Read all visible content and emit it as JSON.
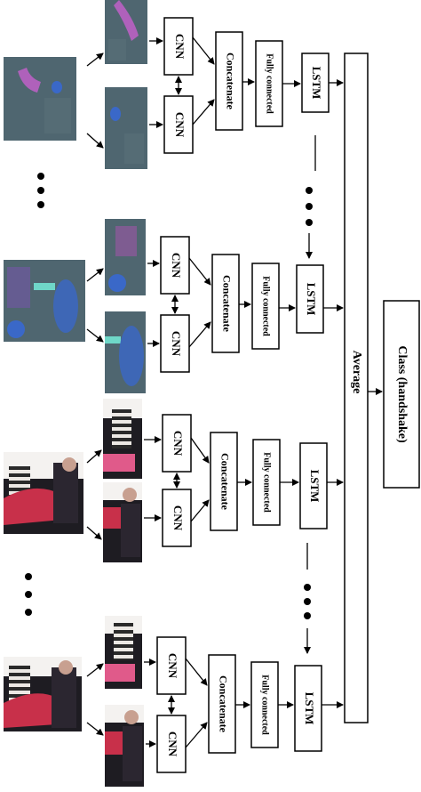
{
  "labels": {
    "cnn": "CNN",
    "concatenate": "Concatenate",
    "fully_connected": "Fully connected",
    "lstm": "LSTM",
    "average": "Average",
    "class": "Class (handshake)"
  },
  "colors": {
    "infrared_bg": "#4f6670",
    "infrared_pink": "#c060c8",
    "infrared_blue": "#3a68c8",
    "infrared_light": "#6fd7c8",
    "rgb_dark": "#1e1c22",
    "rgb_red": "#c8304a",
    "rgb_pink": "#e05a8a",
    "rgb_stripe_light": "#ece8e4",
    "rgb_stripe_dark": "#2a2a2a"
  }
}
